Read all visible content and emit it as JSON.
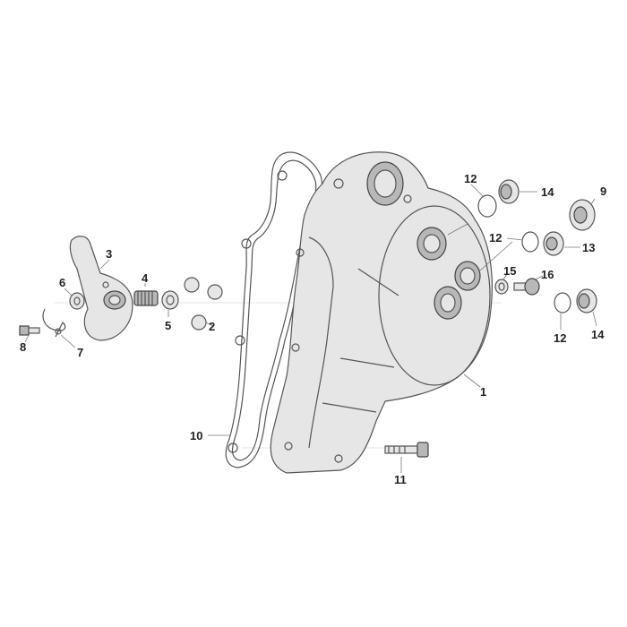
{
  "callouts": {
    "c1": "1",
    "c2": "2",
    "c3": "3",
    "c4": "4",
    "c5": "5",
    "c6": "6",
    "c7": "7",
    "c8": "8",
    "c9": "9",
    "c10": "10",
    "c11": "11",
    "c12a": "12",
    "c12b": "12",
    "c12c": "12",
    "c13": "13",
    "c14a": "14",
    "c14b": "14",
    "c15": "15",
    "c16": "16"
  }
}
